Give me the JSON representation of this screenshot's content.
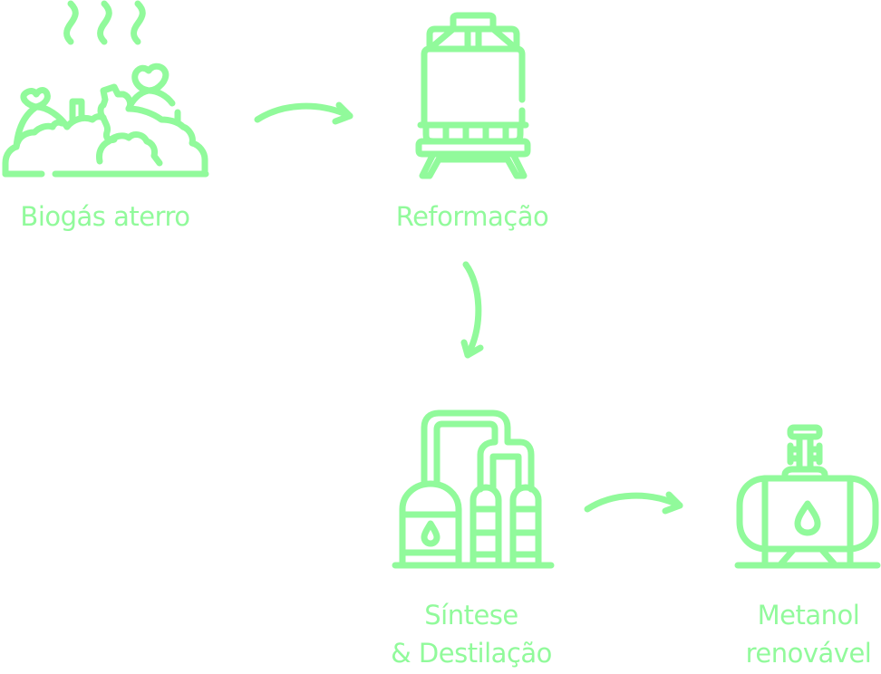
{
  "diagram": {
    "title": "",
    "accent_color": "#91FA9B",
    "steps": [
      {
        "id": "biogas",
        "icon": "landfill-biogas-icon",
        "label_lines": [
          "Biogás aterro"
        ]
      },
      {
        "id": "reforming",
        "icon": "reformer-tower-icon",
        "label_lines": [
          "Reformação"
        ]
      },
      {
        "id": "synthesis",
        "icon": "refinery-plant-icon",
        "label_lines": [
          "Síntese",
          "& Destilação"
        ]
      },
      {
        "id": "methanol",
        "icon": "fuel-tank-icon",
        "label_lines": [
          "Metanol",
          "renovável"
        ]
      }
    ],
    "connections": [
      {
        "from": "biogas",
        "to": "reforming",
        "icon": "arrow-right-icon"
      },
      {
        "from": "reforming",
        "to": "synthesis",
        "icon": "arrow-down-icon"
      },
      {
        "from": "synthesis",
        "to": "methanol",
        "icon": "arrow-right-icon"
      }
    ]
  }
}
